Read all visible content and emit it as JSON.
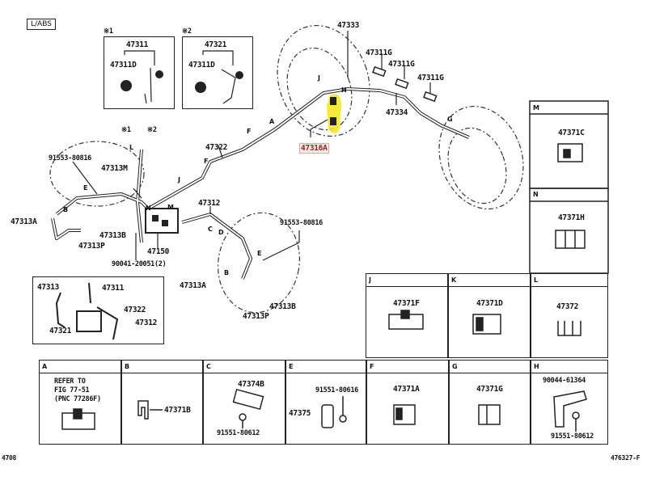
{
  "diagram": {
    "variant_tag": "L/ABS",
    "figure_number_left": "4708",
    "figure_number_right": "476327-F",
    "highlight_color": "#f3e61a",
    "highlighted_part": "47316A",
    "inset1": {
      "marker": "※1",
      "parent": "47311",
      "child": "47311D"
    },
    "inset2": {
      "marker": "※2",
      "parent": "47321",
      "child": "47311D"
    },
    "main_labels": {
      "p47333": "47333",
      "p47311g_1": "47311G",
      "p47311g_2": "47311G",
      "p47311g_3": "47311G",
      "p47334": "47334",
      "p47316a": "47316A",
      "p47322": "47322",
      "p47312": "47312",
      "p47313m": "47313M",
      "p47313a_left": "47313A",
      "p47313b_left": "47313B",
      "p47313p_left": "47313P",
      "p47150": "47150",
      "p91553_left": "91553-80816",
      "p91553_right": "91553-80816",
      "p90041": "90041-20051(2)",
      "p47313a_right": "47313A",
      "p47313b_right": "47313B",
      "p47313p_right": "47313P",
      "marker1": "※1",
      "marker2": "※2"
    },
    "clip_letters": [
      "A",
      "B",
      "C",
      "D",
      "E",
      "F",
      "G",
      "H",
      "J",
      "K",
      "L",
      "M",
      "N"
    ],
    "detail_inset": {
      "labels": [
        "47313",
        "47311",
        "47322",
        "47312",
        "47321"
      ]
    },
    "clip_table_right": [
      {
        "letter": "M",
        "part": "47371C"
      },
      {
        "letter": "N",
        "part": "47371H"
      }
    ],
    "clip_table_mid": [
      {
        "letter": "J",
        "part": "47371F"
      },
      {
        "letter": "K",
        "part": "47371D"
      },
      {
        "letter": "L",
        "part": "47372"
      }
    ],
    "clip_table_bottom": [
      {
        "letter": "A",
        "note_lines": [
          "REFER TO",
          "FIG 77-51",
          "(PNC 77286F)"
        ]
      },
      {
        "letter": "B",
        "part": "47371B"
      },
      {
        "letter": "C",
        "part": "47374B",
        "sub": "91551-80612"
      },
      {
        "letter": "E",
        "part": "47375",
        "sub": "91551-80616"
      },
      {
        "letter": "F",
        "part": "47371A"
      },
      {
        "letter": "G",
        "part": "47371G"
      },
      {
        "letter": "H",
        "part": "90044-61364",
        "sub": "91551-80612"
      }
    ]
  }
}
